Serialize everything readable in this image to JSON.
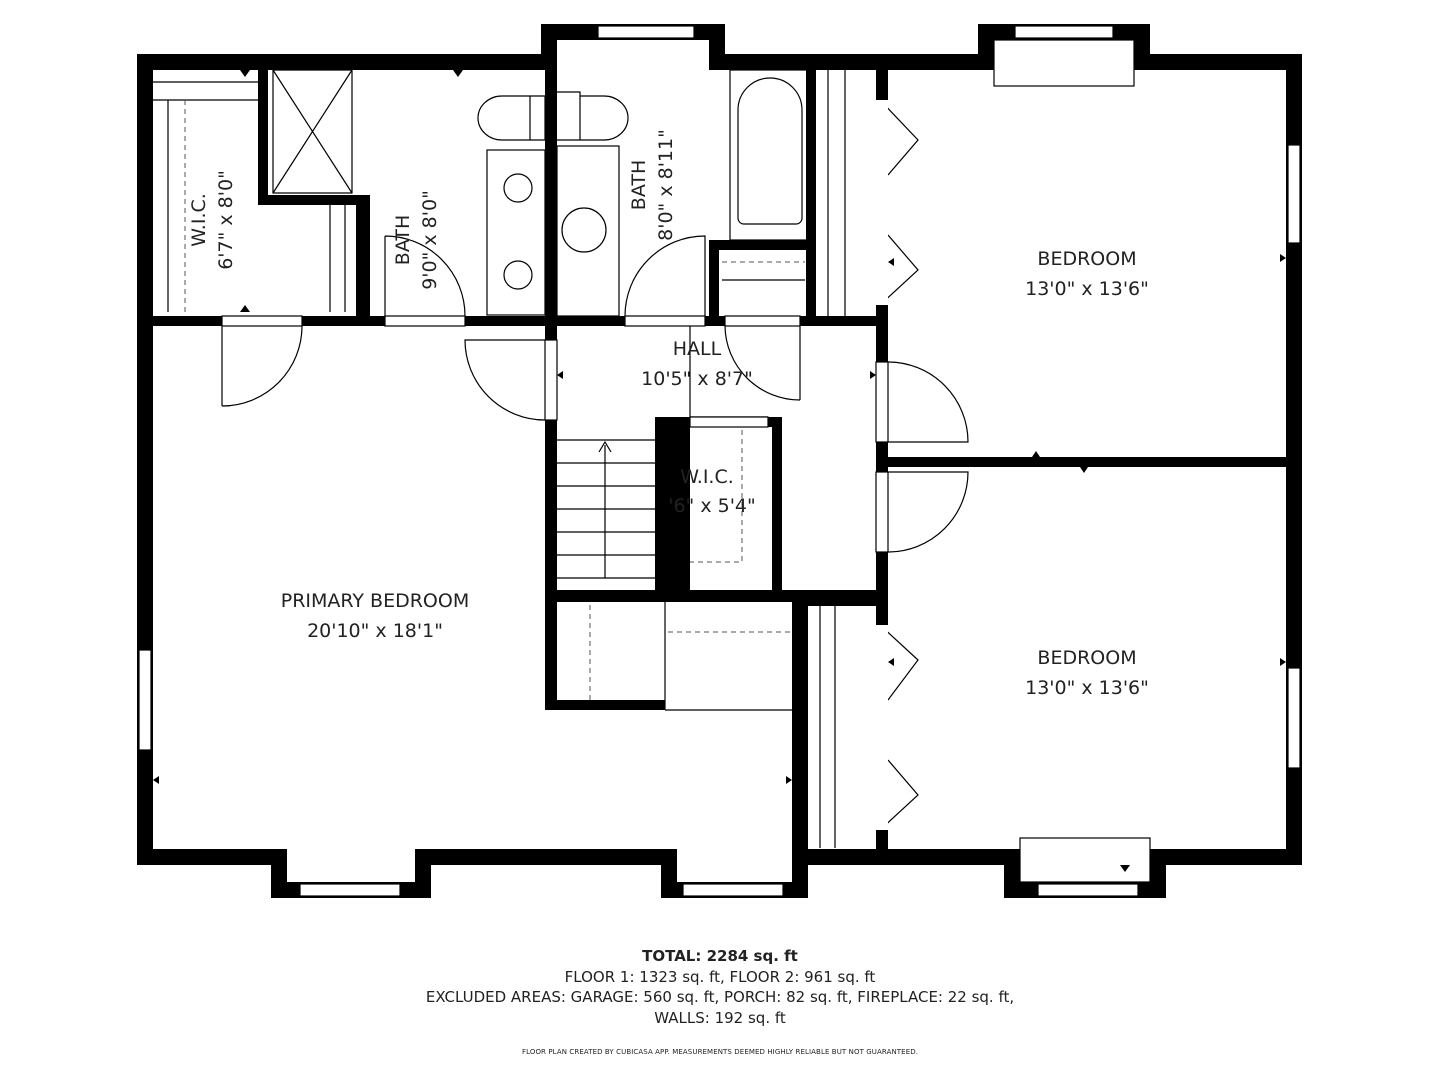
{
  "rooms": {
    "wic_primary": {
      "name": "W.I.C.",
      "size": "6'7\" x 8'0\""
    },
    "bath1": {
      "name": "BATH",
      "size": "9'0\" x 8'0\""
    },
    "bath2": {
      "name": "BATH",
      "size": "8'0\" x 8'11\""
    },
    "bedroom_top": {
      "name": "BEDROOM",
      "size": "13'0\" x 13'6\""
    },
    "hall": {
      "name": "HALL",
      "size": "10'5\" x 8'7\""
    },
    "wic_hall": {
      "name": "W.I.C.",
      "size": "'6\" x 5'4\""
    },
    "primary_bedroom": {
      "name": "PRIMARY BEDROOM",
      "size": "20'10\" x 18'1\""
    },
    "bedroom_bottom": {
      "name": "BEDROOM",
      "size": "13'0\" x 13'6\""
    }
  },
  "summary": {
    "total": "TOTAL: 2284 sq. ft",
    "floors": "FLOOR 1: 1323 sq. ft, FLOOR 2: 961 sq. ft",
    "excluded": "EXCLUDED AREAS: GARAGE: 560 sq. ft, PORCH: 82 sq. ft, FIREPLACE: 22 sq. ft,",
    "walls": "WALLS: 192 sq. ft",
    "disclaimer": "FLOOR PLAN CREATED BY CUBICASA APP. MEASUREMENTS DEEMED HIGHLY RELIABLE BUT NOT GUARANTEED."
  }
}
